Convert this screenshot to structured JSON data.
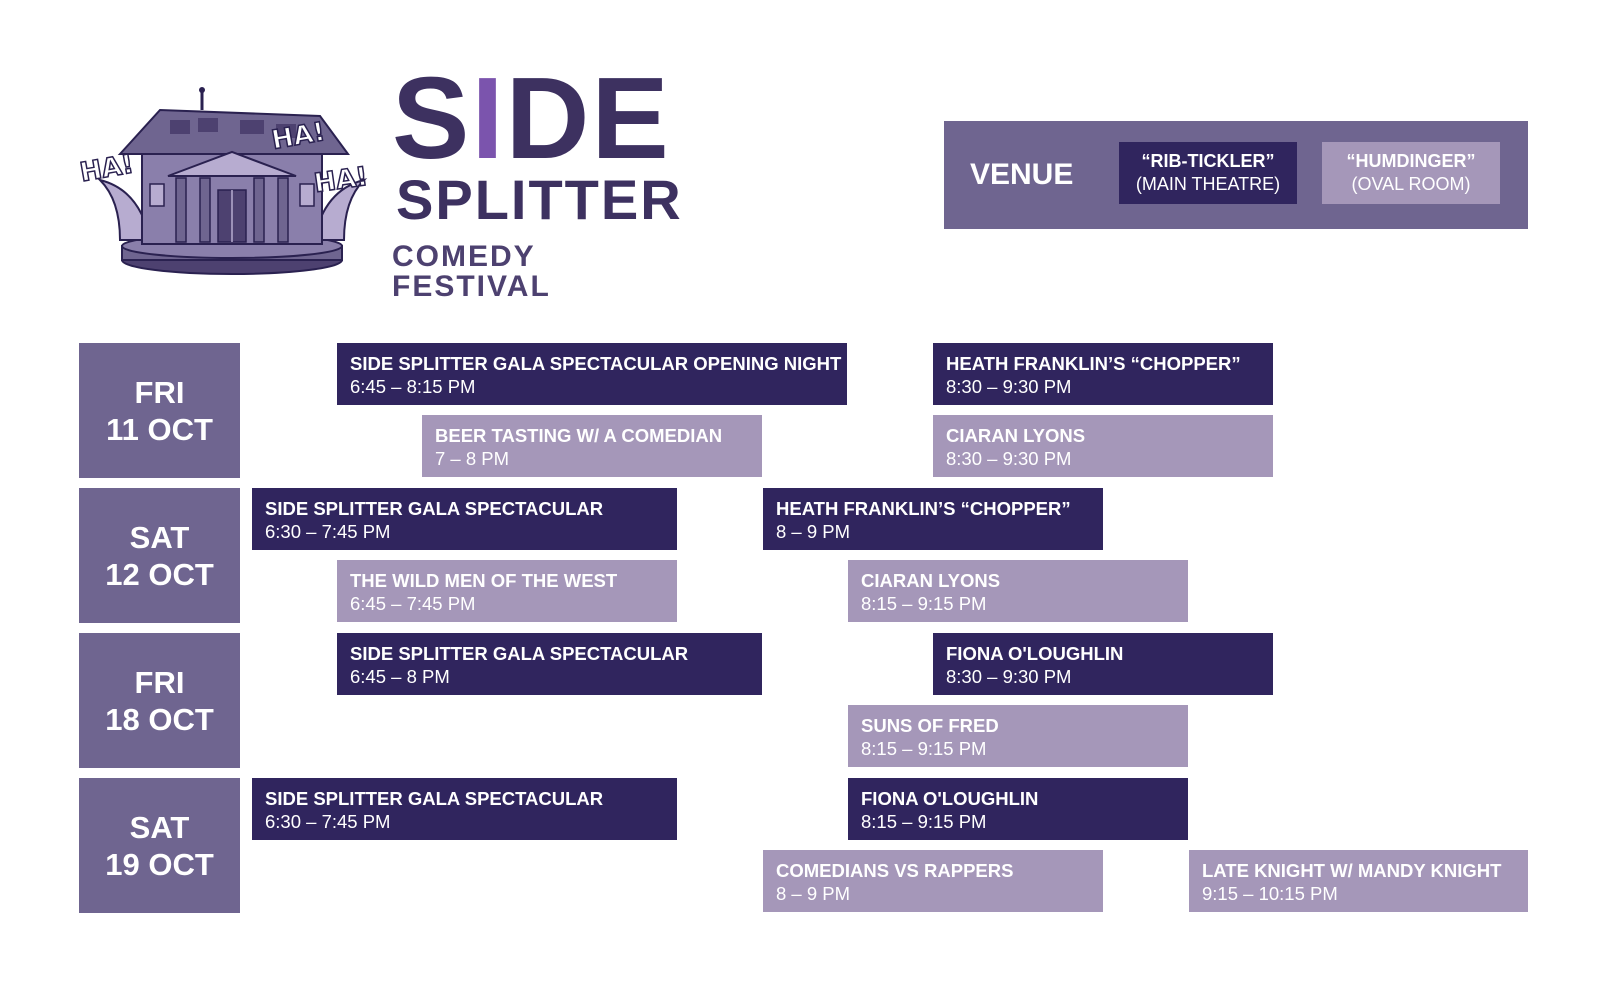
{
  "brand": {
    "logo_word_s": "S",
    "logo_word_i": "I",
    "logo_word_de": "DE",
    "line2": "SPLITTER",
    "line3": "COMEDY FESTIVAL",
    "laugh_1": "HA!",
    "laugh_2": "HA!",
    "laugh_3": "HA!",
    "icon": "theatre-building-icon"
  },
  "legend": {
    "title": "VENUE",
    "main": {
      "name": "“RIB-TICKLER”",
      "sub": "(MAIN THEATRE)"
    },
    "oval": {
      "name": "“HUMDINGER”",
      "sub": "(OVAL ROOM)"
    }
  },
  "colors": {
    "main_venue": "#30255e",
    "oval_venue": "#a597b9",
    "day_block": "#6f6590",
    "brand_dark": "#3d3160",
    "brand_accent": "#7b54ad"
  },
  "days": [
    {
      "day": "FRI",
      "date": "11 OCT"
    },
    {
      "day": "SAT",
      "date": "12 OCT"
    },
    {
      "day": "FRI",
      "date": "18 OCT"
    },
    {
      "day": "SAT",
      "date": "19 OCT"
    }
  ],
  "events": [
    {
      "day_index": 0,
      "venue": "main",
      "name": "SIDE SPLITTER GALA SPECTACULAR OPENING NIGHT",
      "time": "6:45 – 8:15 PM"
    },
    {
      "day_index": 0,
      "venue": "main",
      "name": "HEATH FRANKLIN’S “CHOPPER”",
      "time": "8:30 – 9:30 PM"
    },
    {
      "day_index": 0,
      "venue": "oval",
      "name": "BEER TASTING W/ A COMEDIAN",
      "time": "7 – 8 PM"
    },
    {
      "day_index": 0,
      "venue": "oval",
      "name": "CIARAN LYONS",
      "time": "8:30 – 9:30 PM"
    },
    {
      "day_index": 1,
      "venue": "main",
      "name": "SIDE SPLITTER GALA SPECTACULAR",
      "time": "6:30 – 7:45 PM"
    },
    {
      "day_index": 1,
      "venue": "main",
      "name": "HEATH FRANKLIN’S “CHOPPER”",
      "time": "8 – 9 PM"
    },
    {
      "day_index": 1,
      "venue": "oval",
      "name": "THE WILD MEN OF THE WEST",
      "time": "6:45 – 7:45 PM"
    },
    {
      "day_index": 1,
      "venue": "oval",
      "name": "CIARAN LYONS",
      "time": "8:15 – 9:15 PM"
    },
    {
      "day_index": 2,
      "venue": "main",
      "name": "SIDE SPLITTER GALA SPECTACULAR",
      "time": "6:45 – 8 PM"
    },
    {
      "day_index": 2,
      "venue": "main",
      "name": "FIONA O'LOUGHLIN",
      "time": "8:30 – 9:30 PM"
    },
    {
      "day_index": 2,
      "venue": "oval",
      "name": "SUNS OF FRED",
      "time": "8:15 – 9:15 PM"
    },
    {
      "day_index": 3,
      "venue": "main",
      "name": "SIDE SPLITTER GALA SPECTACULAR",
      "time": "6:30 – 7:45 PM"
    },
    {
      "day_index": 3,
      "venue": "main",
      "name": "FIONA O'LOUGHLIN",
      "time": "8:15 – 9:15 PM"
    },
    {
      "day_index": 3,
      "venue": "oval",
      "name": "COMEDIANS VS RAPPERS",
      "time": "8 – 9 PM"
    },
    {
      "day_index": 3,
      "venue": "oval",
      "name": "LATE KNIGHT W/ MANDY KNIGHT",
      "time": "9:15 – 10:15 PM"
    }
  ]
}
